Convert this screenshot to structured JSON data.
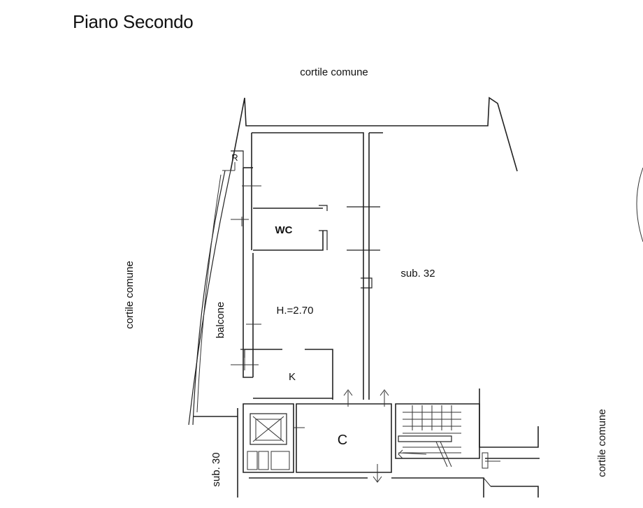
{
  "title": "Piano Secondo",
  "labels": {
    "top_courtyard": "cortile comune",
    "left_courtyard": "cortile comune",
    "right_courtyard": "cortile comune",
    "sub32": "sub. 32",
    "sub30": "sub. 30",
    "wc": "WC",
    "height": "H.=2.70",
    "balcony": "balcone",
    "kitchen": "K",
    "closet": "R",
    "corridor": "C"
  }
}
